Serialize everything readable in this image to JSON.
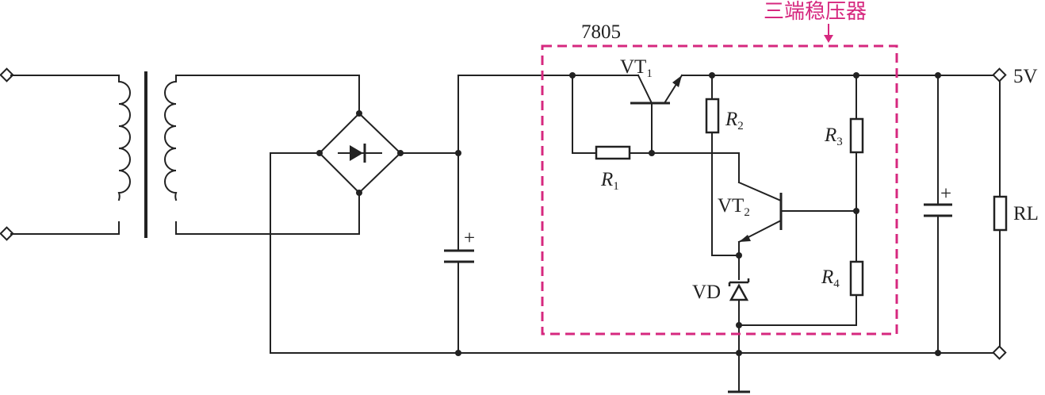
{
  "regulator": {
    "title": "三端稳压器",
    "part_number": "7805",
    "border_color": "#d6287f"
  },
  "labels": {
    "vt1": "VT",
    "vt1_sub": "1",
    "vt2": "VT",
    "vt2_sub": "2",
    "r1": "R",
    "r1_sub": "1",
    "r2": "R",
    "r2_sub": "2",
    "r3": "R",
    "r3_sub": "3",
    "r4": "R",
    "r4_sub": "4",
    "vd": "VD",
    "rl": "RL",
    "output_voltage": "5V",
    "cap_plus_1": "+",
    "cap_plus_2": "+"
  },
  "colors": {
    "wire": "#222222",
    "accent": "#d6287f",
    "background": "#ffffff"
  }
}
